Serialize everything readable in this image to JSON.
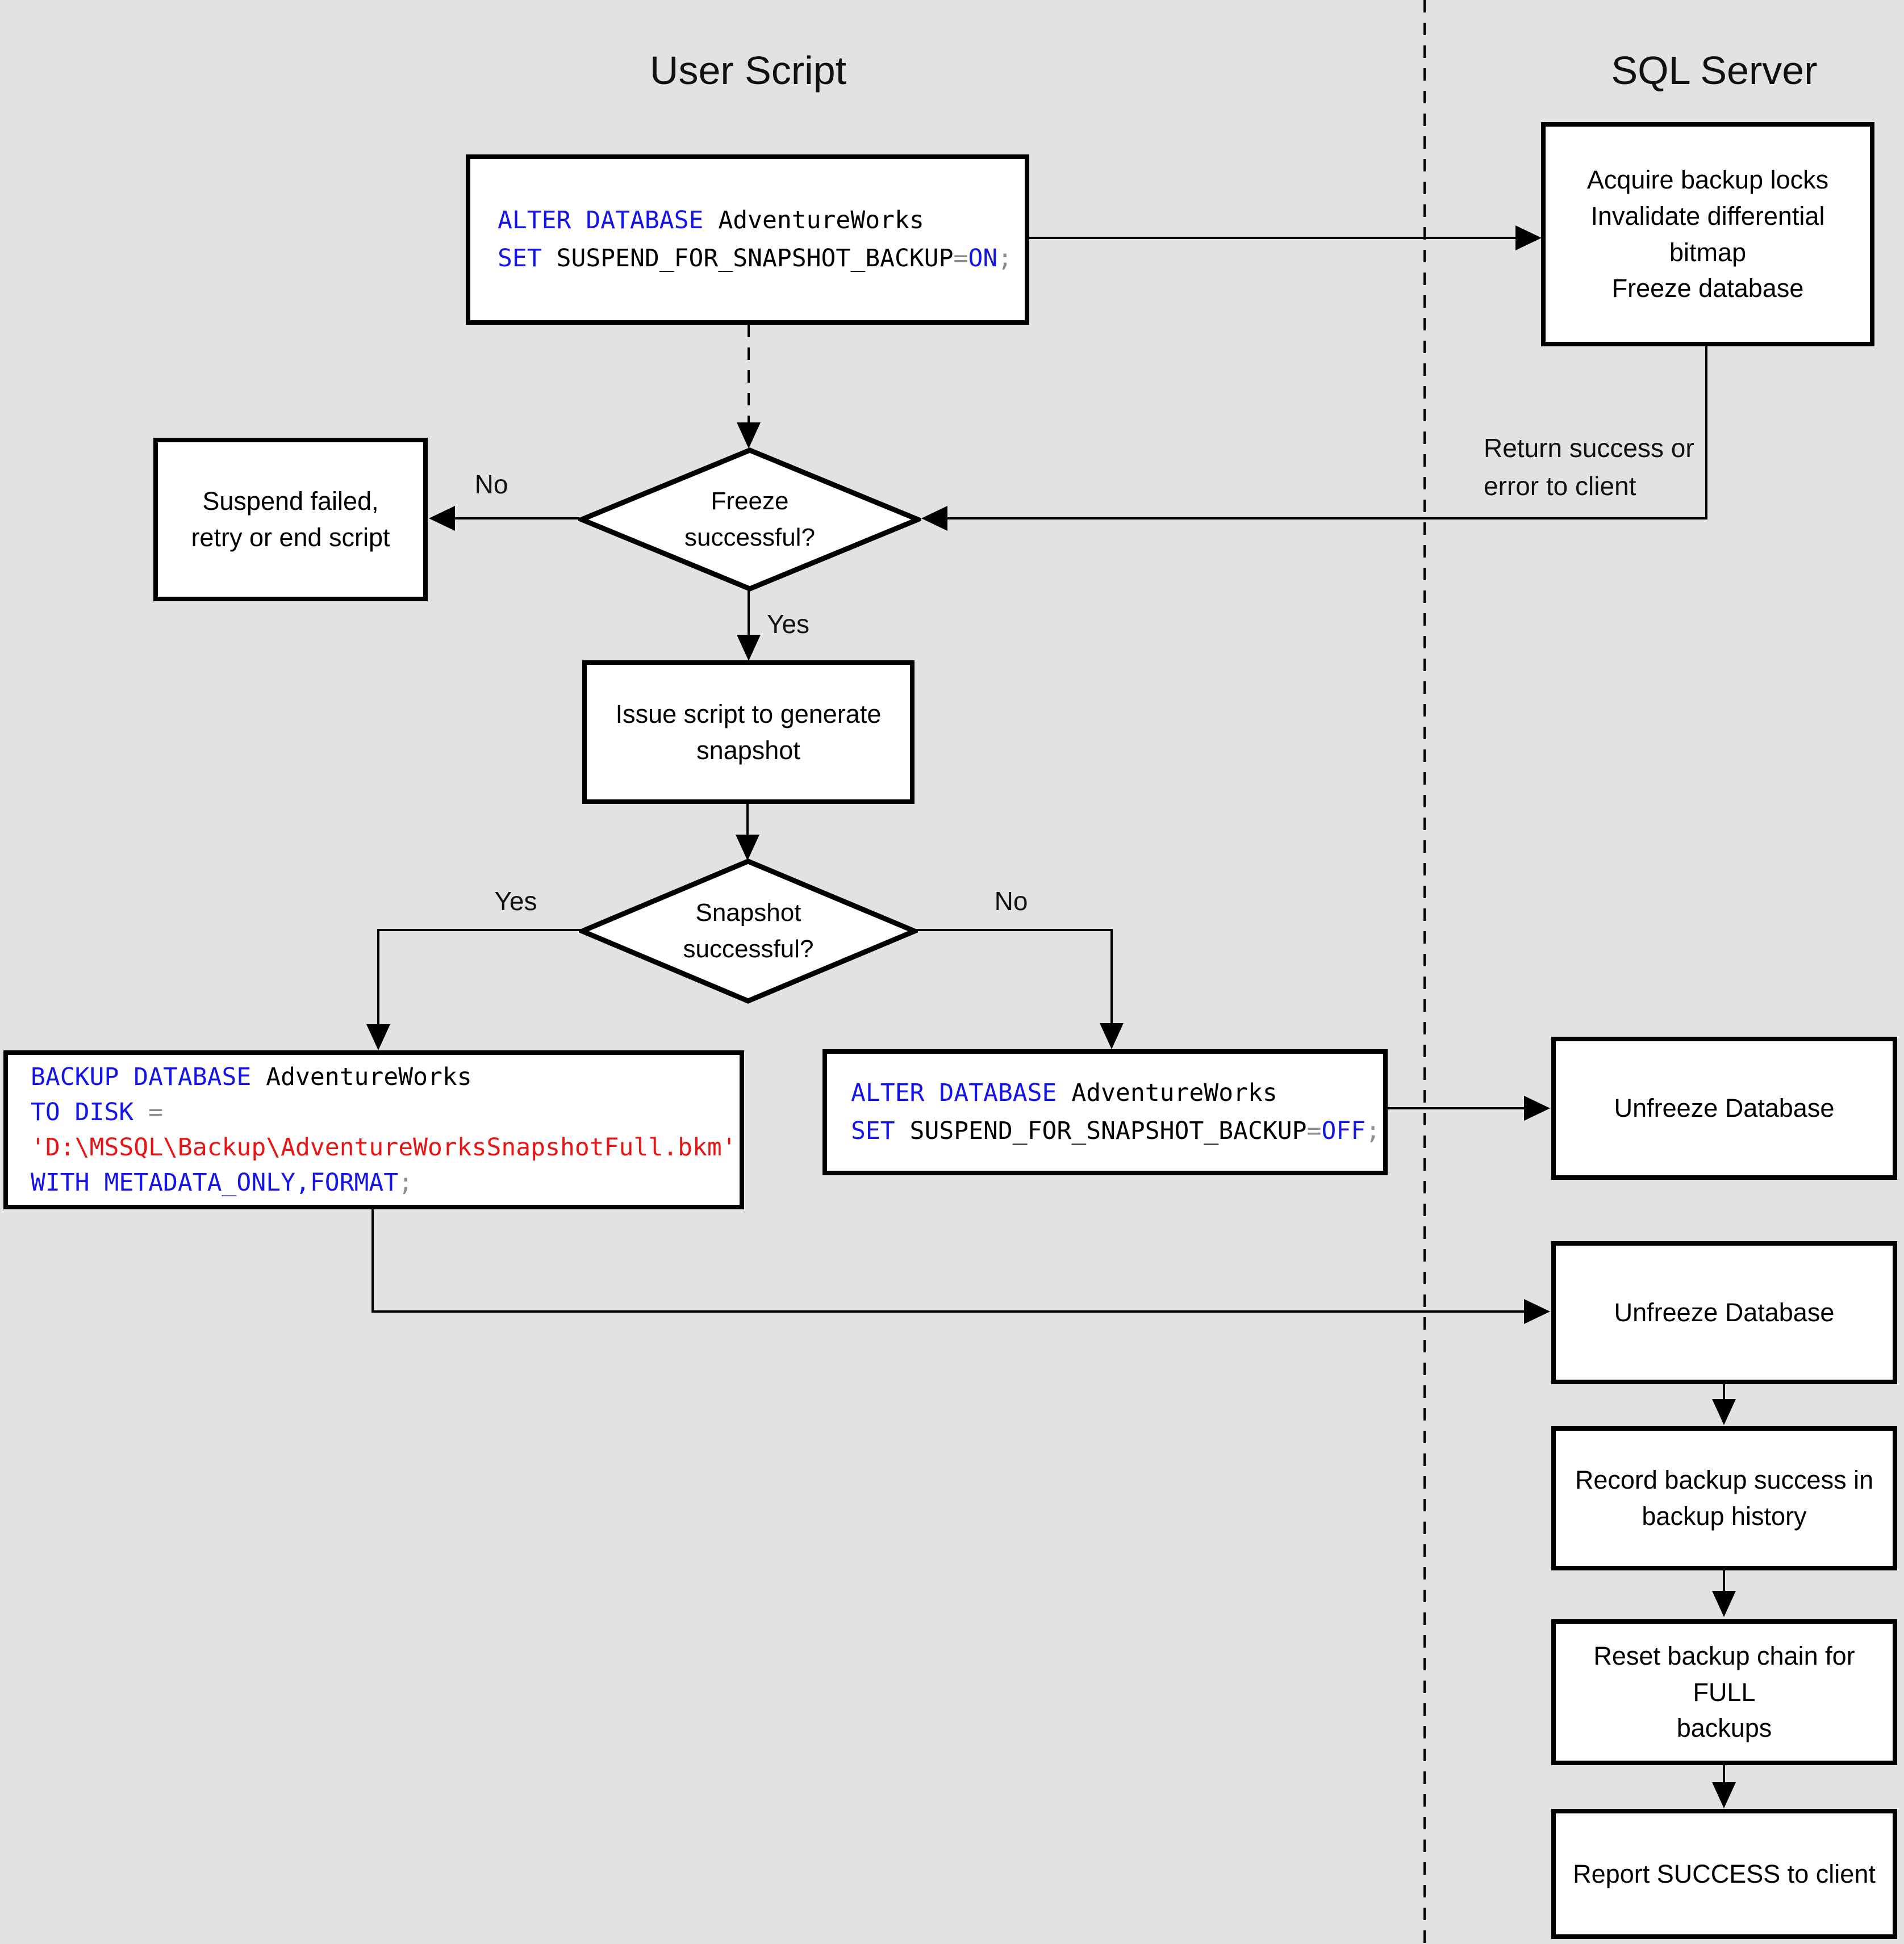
{
  "titles": {
    "left": "User Script",
    "right": "SQL Server"
  },
  "decisions": {
    "freeze": "Freeze\nsuccessful?",
    "snapshot": "Snapshot\nsuccessful?"
  },
  "process": {
    "acquire": "Acquire backup locks\nInvalidate differential bitmap\nFreeze database",
    "suspend_failed": "Suspend failed,\nretry or end script",
    "issue_script": "Issue script to generate\nsnapshot",
    "unfreeze_1": "Unfreeze Database",
    "unfreeze_2": "Unfreeze Database",
    "record_history": "Record backup success in\nbackup history",
    "reset_chain": "Reset backup chain for FULL\nbackups",
    "report_success": "Report SUCCESS to client"
  },
  "edge_labels": {
    "freeze_no": "No",
    "freeze_yes": "Yes",
    "snapshot_yes": "Yes",
    "snapshot_no": "No",
    "return_note": "Return success or\nerror to client"
  },
  "code_alter_on": {
    "line1_keyword": "ALTER DATABASE",
    "line1_plain": " AdventureWorks",
    "line2_keyword": "SET",
    "line2_plain": " SUSPEND_FOR_SNAPSHOT_BACKUP",
    "line2_operator": "=",
    "line2_keyword2": "ON",
    "line2_semicolon": ";"
  },
  "code_backup": {
    "line1_keyword": "BACKUP DATABASE",
    "line1_plain": " AdventureWorks",
    "line2_keyword": "TO DISK",
    "line2_operator": " =",
    "line3_string": "'D:\\MSSQL\\Backup\\AdventureWorksSnapshotFull.bkm'",
    "line4_keyword": "WITH METADATA_ONLY,FORMAT",
    "line4_semicolon": ";"
  },
  "code_alter_off": {
    "line1_keyword": "ALTER DATABASE",
    "line1_plain": " AdventureWorks",
    "line2_keyword": "SET",
    "line2_plain": " SUSPEND_FOR_SNAPSHOT_BACKUP",
    "line2_operator": "=",
    "line2_keyword2": "OFF",
    "line2_semicolon": ";"
  },
  "colors": {
    "background": "#e2e2e2",
    "shape_fill": "#ffffff",
    "shape_border": "#000000",
    "connector": "#000000",
    "keyword": "#1414e8",
    "string": "#e61414",
    "operator": "#8c8c8c",
    "text": "#000000"
  }
}
